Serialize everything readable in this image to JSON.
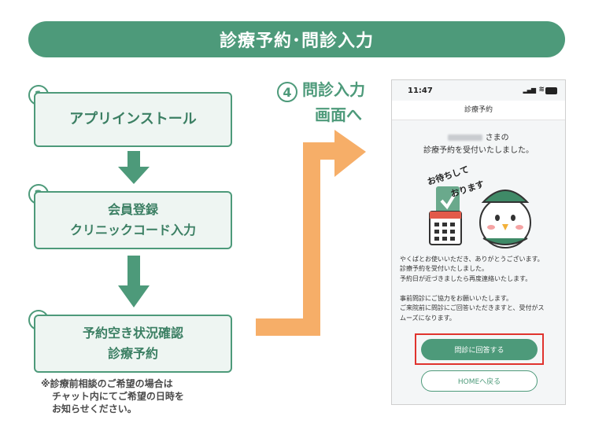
{
  "banner": {
    "title": "診療予約･問診入力"
  },
  "steps": [
    {
      "number": "1",
      "lines": [
        "アプリインストール"
      ]
    },
    {
      "number": "2",
      "lines": [
        "会員登録",
        "クリニックコード入力"
      ]
    },
    {
      "number": "3",
      "lines": [
        "予約空き状況確認",
        "診療予約"
      ]
    }
  ],
  "note": {
    "lines": [
      "※診療前相談のご希望の場合は",
      "チャット内にてご希望の日時を",
      "お知らせください。"
    ]
  },
  "step4": {
    "number": "4",
    "line1": "問診入力",
    "line2": "画面へ"
  },
  "phone": {
    "time": "11:47",
    "header": "診療予約",
    "greeting_suffix": "さまの",
    "confirmed": "診療予約を受付いたしました。",
    "illustration_text": [
      "お待ちして",
      "おります"
    ],
    "message_lines": [
      "やくばとお使いいただき、ありがとうございます。",
      "診療予約を受付いたしました。",
      "予約日が近づきましたら再度連絡いたします。"
    ],
    "request_lines": [
      "事前問診にご協力をお願いいたします。",
      "ご来院前に問診にご回答いただきますと、受付がス",
      "ムーズになります。"
    ],
    "answer_button": "問診に回答する",
    "home_button": "HOMEへ戻る"
  },
  "colors": {
    "brand_green": "#4d9a7a",
    "box_fill": "#eef5f2",
    "arrow_orange": "#f6ae68",
    "highlight_red": "#e0332e"
  }
}
